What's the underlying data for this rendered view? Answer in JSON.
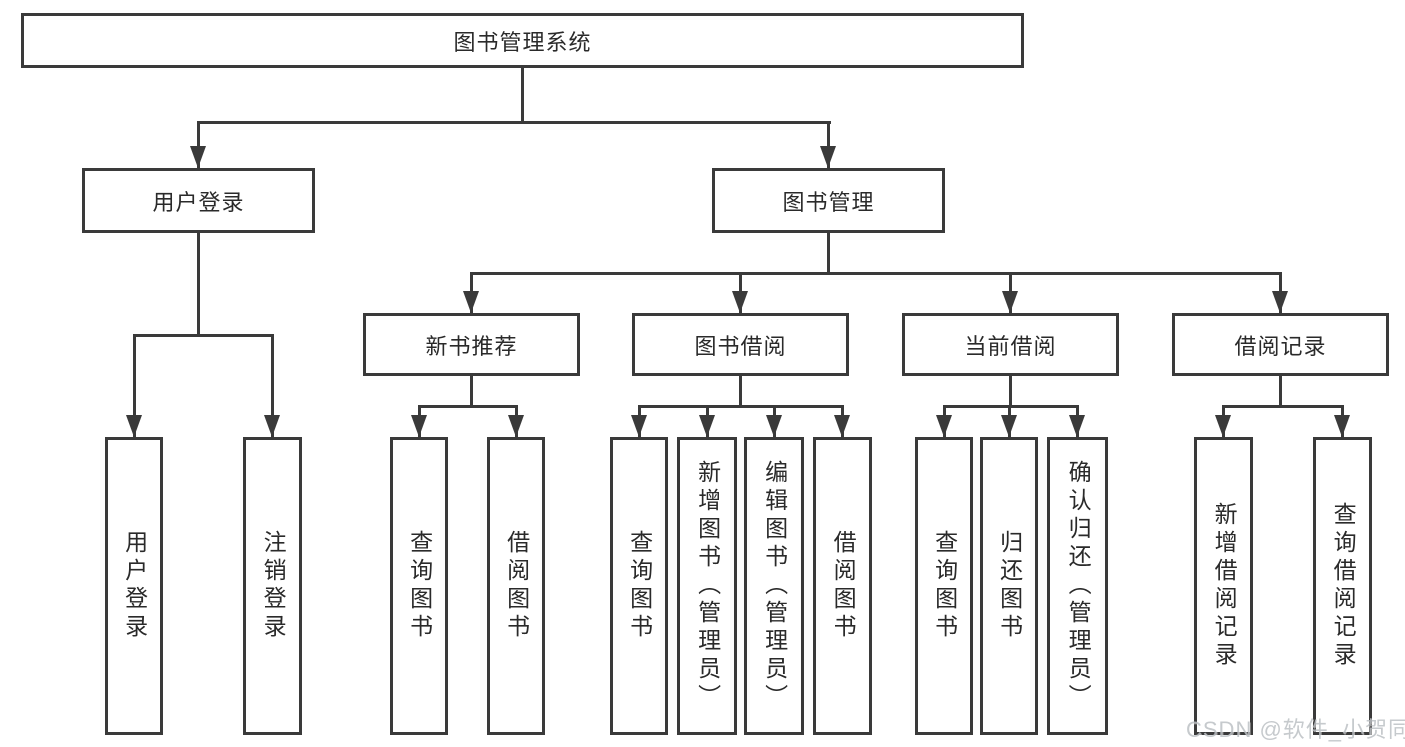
{
  "diagram_type": "tree",
  "title": "图书管理系统",
  "nodes": {
    "root": "图书管理系统",
    "user_login": "用户登录",
    "book_mgmt": "图书管理",
    "new_book_rec": "新书推荐",
    "book_borrow": "图书借阅",
    "current_borrow": "当前借阅",
    "borrow_record": "借阅记录",
    "leaf_user_login": "用户登录",
    "leaf_logout": "注销登录",
    "rec_query_book": "查询图书",
    "rec_borrow_book": "借阅图书",
    "bb_query_book": "查询图书",
    "bb_add_book": "新增图书（管理员）",
    "bb_edit_book": "编辑图书（管理员）",
    "bb_borrow_book": "借阅图书",
    "cb_query_book": "查询图书",
    "cb_return_book": "归还图书",
    "cb_confirm_return": "确认归还（管理员）",
    "br_add_record": "新增借阅记录",
    "br_query_record": "查询借阅记录"
  },
  "hierarchy": {
    "图书管理系统": {
      "用户登录": [
        "用户登录",
        "注销登录"
      ],
      "图书管理": {
        "新书推荐": [
          "查询图书",
          "借阅图书"
        ],
        "图书借阅": [
          "查询图书",
          "新增图书（管理员）",
          "编辑图书（管理员）",
          "借阅图书"
        ],
        "当前借阅": [
          "查询图书",
          "归还图书",
          "确认归还（管理员）"
        ],
        "借阅记录": [
          "新增借阅记录",
          "查询借阅记录"
        ]
      }
    }
  },
  "watermark": {
    "text": "CSDN @软件_小贺同学"
  },
  "colors": {
    "line": "#3a3a3a",
    "text": "#2a2a2a",
    "box_background": "#ffffff",
    "page_background": "#ffffff",
    "watermark": "#bdc1c5"
  }
}
